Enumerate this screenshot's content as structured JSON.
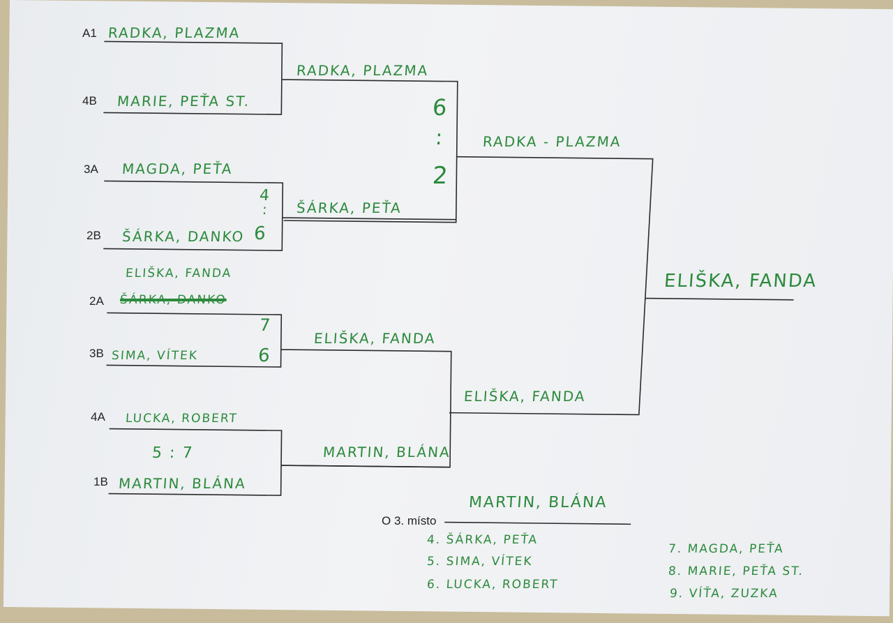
{
  "seeds": [
    "A1",
    "4B",
    "3A",
    "2B",
    "2A",
    "3B",
    "4A",
    "1B"
  ],
  "round1": {
    "m1": {
      "top": "RADKA, PLAZMA",
      "bottom": "MARIE, PEŤA ST."
    },
    "m2": {
      "top": "MAGDA, PEŤA",
      "bottom": "ŠÁRKA, DANKO",
      "score_top": "4",
      "score_sep": ":",
      "score_bottom": "6"
    },
    "m3": {
      "top_crossed": "ŠÁRKA, DANKO",
      "top": "ELIŠKA, FANDA",
      "bottom": "SIMA, VÍTEK",
      "score_top": "7",
      "score_bottom": "6"
    },
    "m4": {
      "top": "LUCKA, ROBERT",
      "bottom": "MARTIN, BLÁNA",
      "score": "5 : 7"
    }
  },
  "round2": {
    "upper": {
      "top": "RADKA, PLAZMA",
      "bottom": "ŠÁRKA, PEŤA",
      "score_top": "6",
      "score_sep": ":",
      "score_bottom": "2"
    },
    "lower": {
      "top": "ELIŠKA, FANDA",
      "bottom": "MARTIN, BLÁNA"
    }
  },
  "semifinal": {
    "top": "RADKA - PLAZMA",
    "bottom": "ELIŠKA, FANDA"
  },
  "winner": "ELIŠKA, FANDA",
  "third_place": {
    "label": "O 3. místo",
    "winner": "MARTIN, BLÁNA"
  },
  "rankings_left": [
    "4. ŠÁRKA, PEŤA",
    "5. SIMA, VÍTEK",
    "6. LUCKA, ROBERT"
  ],
  "rankings_right": [
    "7. MAGDA, PEŤA",
    "8. MARIE, PEŤA ST.",
    "9. VÍŤA, ZUZKA"
  ],
  "colors": {
    "ink": "#2c8a3c",
    "paper": "#eef0f2",
    "table": "#c8bc9c"
  }
}
